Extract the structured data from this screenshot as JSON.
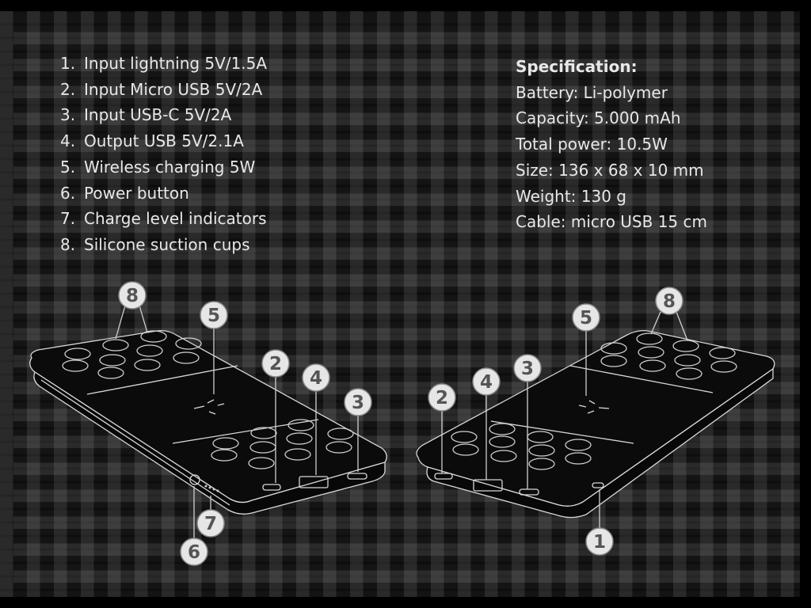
{
  "features": [
    {
      "num": "1.",
      "label": "Input lightning 5V/1.5A"
    },
    {
      "num": "2.",
      "label": "Input Micro USB 5V/2A"
    },
    {
      "num": "3.",
      "label": "Input USB-C 5V/2A"
    },
    {
      "num": "4.",
      "label": "Output USB 5V/2.1A"
    },
    {
      "num": "5.",
      "label": "Wireless charging 5W"
    },
    {
      "num": "6.",
      "label": "Power button"
    },
    {
      "num": "7.",
      "label": "Charge level indicators"
    },
    {
      "num": "8.",
      "label": "Silicone suction cups"
    }
  ],
  "spec": {
    "title": "Specification:",
    "lines": [
      "Battery: Li-polymer",
      "Capacity: 5.000 mAh",
      "Total power: 10.5W",
      "Size: 136 x 68 x 10 mm",
      "Weight: 130 g",
      "Cable: micro USB 15 cm"
    ]
  },
  "callouts": {
    "left": [
      "8",
      "5",
      "2",
      "4",
      "3",
      "7",
      "6"
    ],
    "right": [
      "8",
      "5",
      "3",
      "4",
      "2",
      "1"
    ]
  }
}
